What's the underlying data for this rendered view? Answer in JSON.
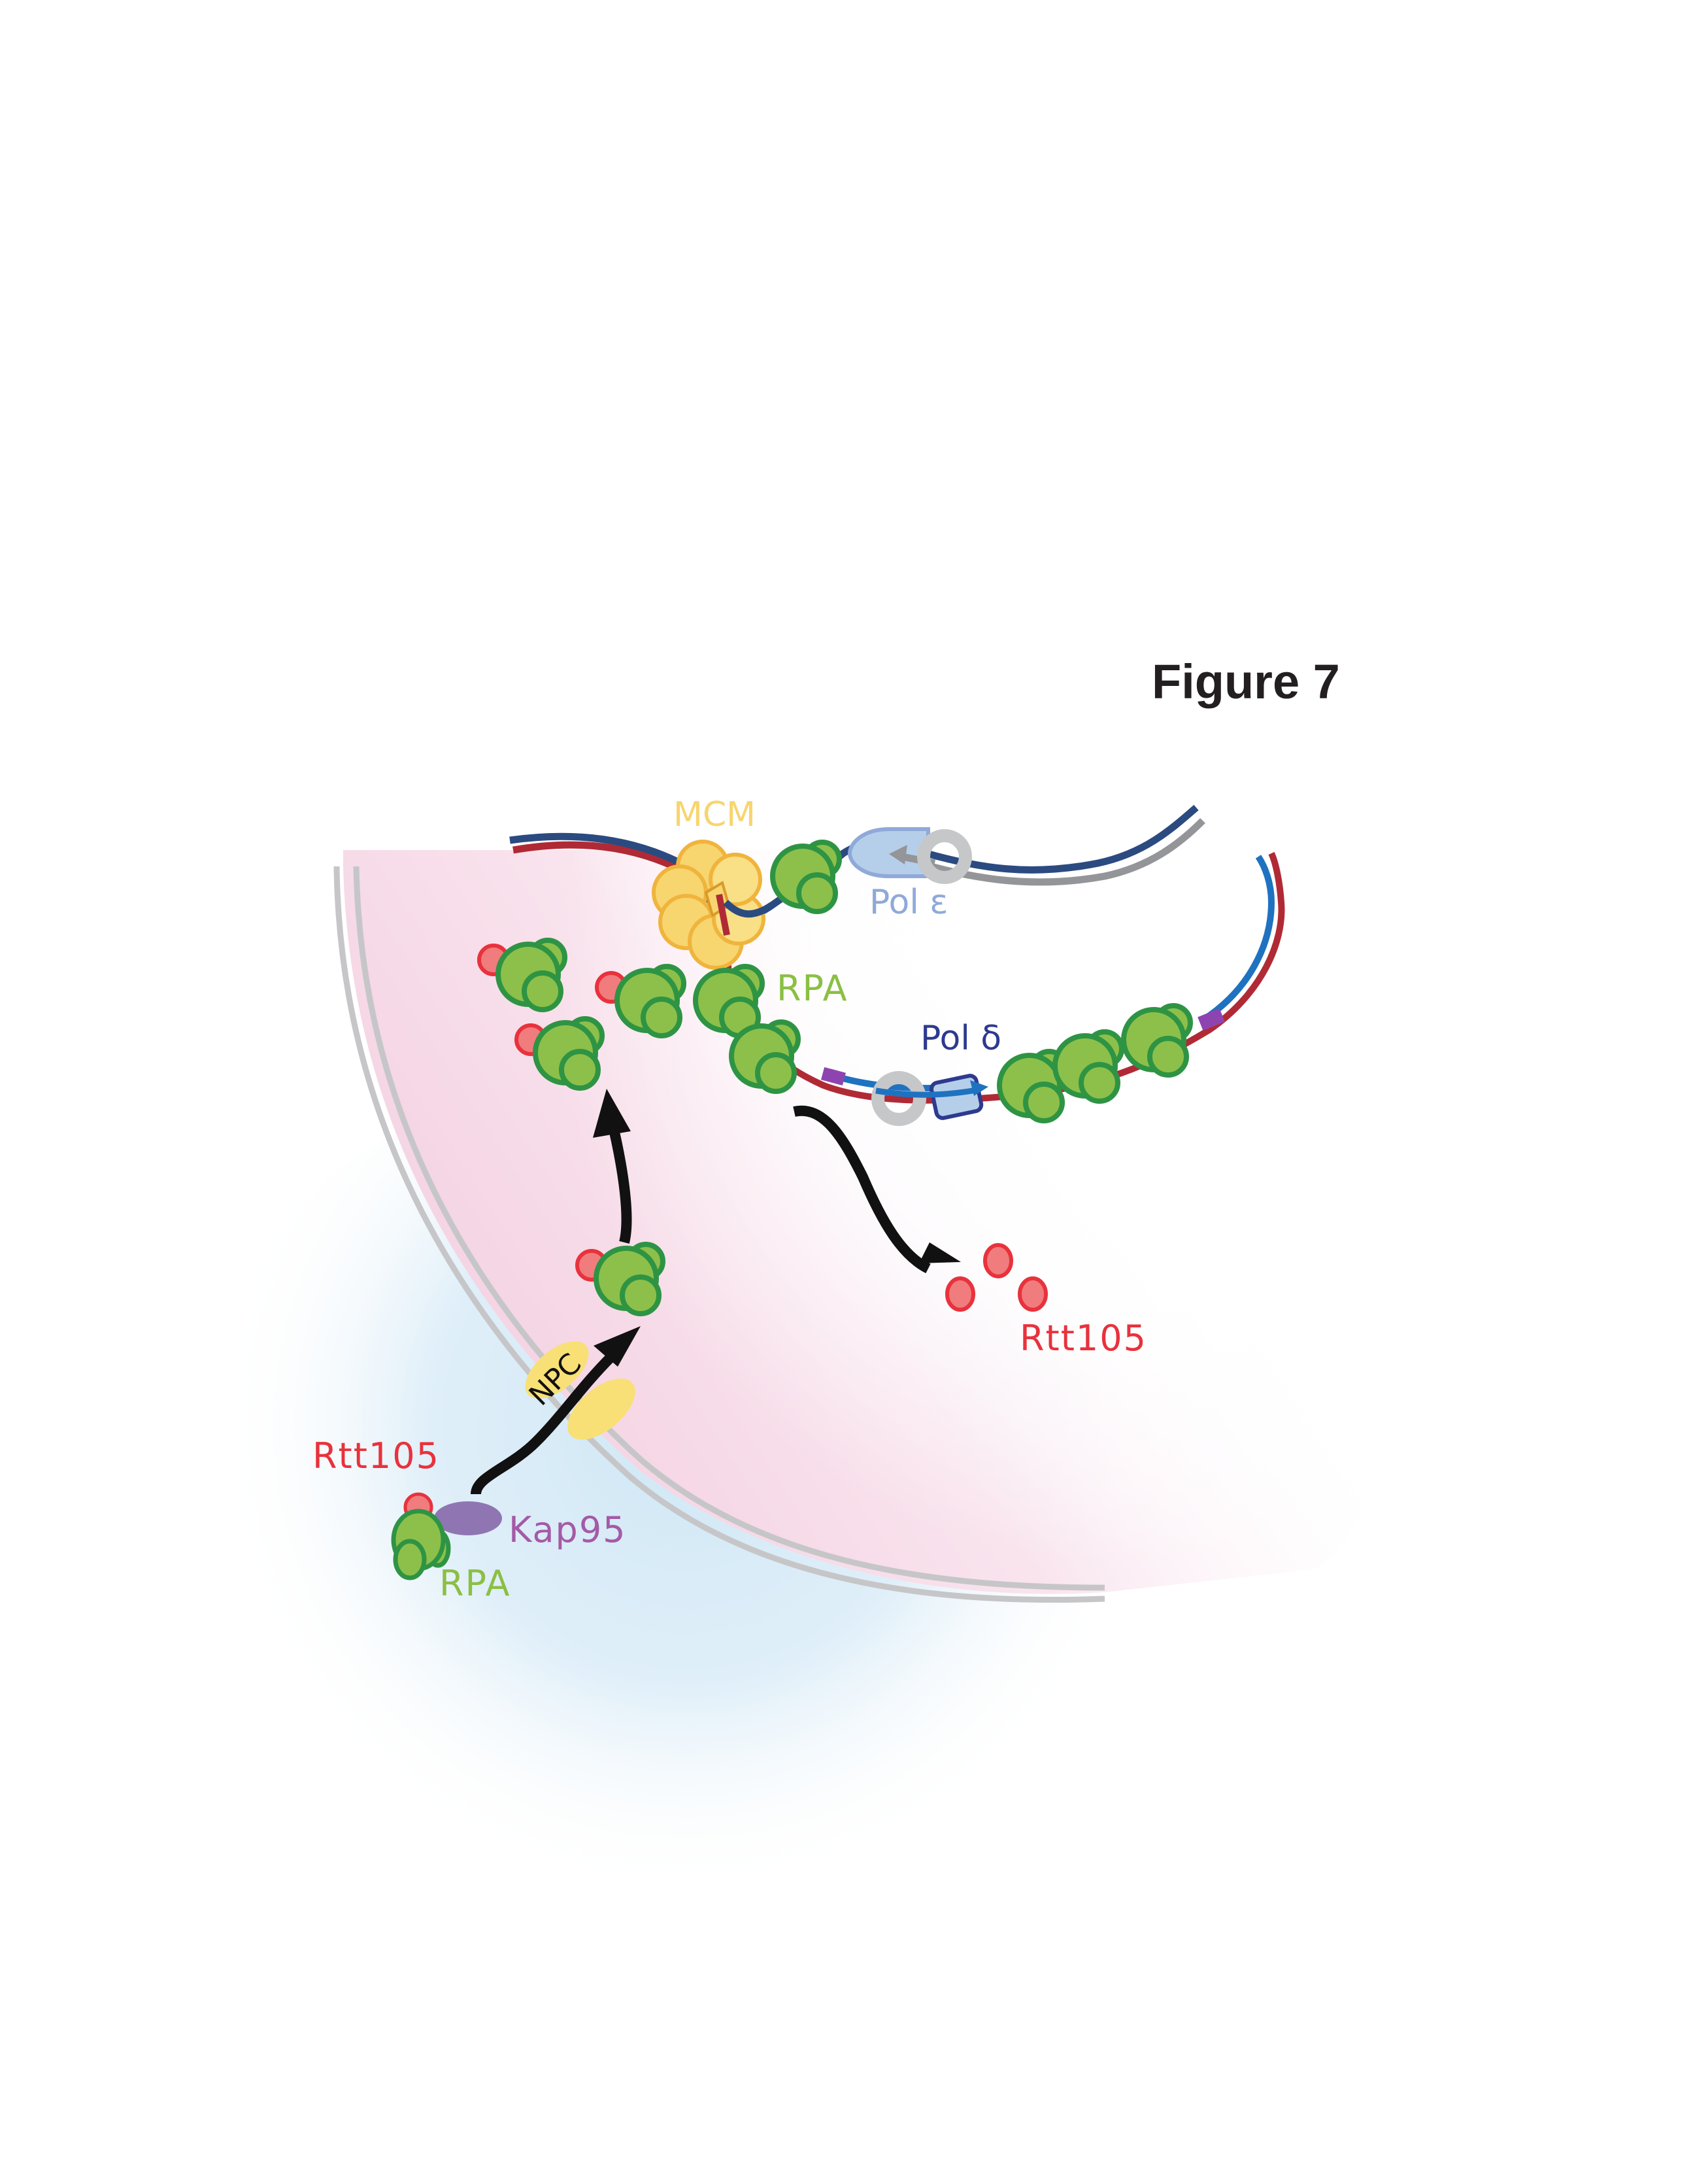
{
  "figure": {
    "title": "Figure 7",
    "labels": {
      "mcm": "MCM",
      "pol_epsilon": "Pol  ε",
      "pol_delta": "Pol  δ",
      "rpa_fork": "RPA",
      "rtt105_released": "Rtt105",
      "npc": "NPC",
      "rtt105_cytoplasm": "Rtt105",
      "kap95": "Kap95",
      "rpa_cytoplasm": "RPA"
    },
    "colors": {
      "title": "#231f20",
      "mcm": "#f7d56f",
      "mcm_stroke": "#f0b43c",
      "pol_epsilon": "#8fa9d9",
      "pol_delta": "#2e3a8f",
      "rpa": "#8bbf44",
      "rpa_fill": "#8dc04a",
      "rpa_stroke": "#2e9444",
      "rtt105": "#e8323c",
      "rtt105_fill": "#f07c7e",
      "kap95": "#a45aa6",
      "kap95_fill": "#8f76b3",
      "npc_fill": "#f8e076",
      "dna_dark_blue": "#2b4a80",
      "dna_red": "#b02a35",
      "dna_blue": "#1f72c0",
      "dna_grey": "#939598",
      "pcna_ring": "#c6c7c9",
      "primer": "#8e44b0",
      "nucleoplasm": "#f5d3e3",
      "cytoplasm": "#cfe7f5",
      "envelope": "#c6c6c8",
      "arrow": "#111111"
    }
  }
}
